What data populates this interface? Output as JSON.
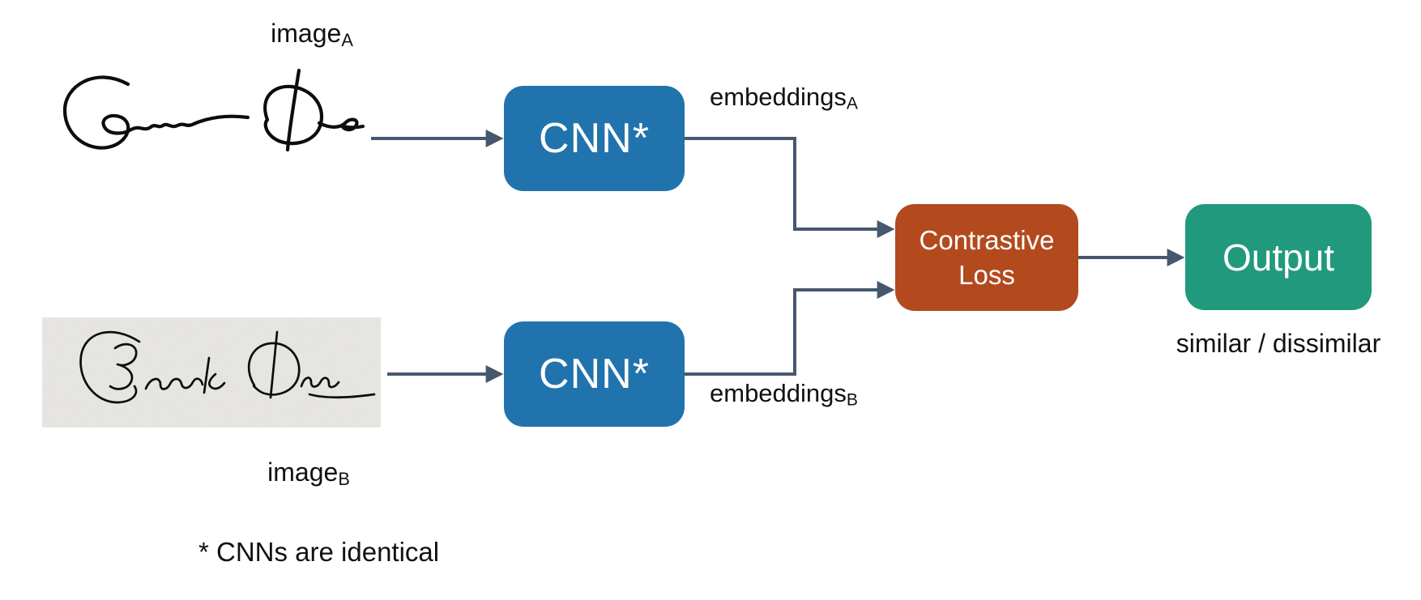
{
  "diagram": {
    "colors": {
      "cnn_blue": "#2173ad",
      "loss_orange": "#b24a1e",
      "output_green": "#21997c",
      "arrow": "#46586e",
      "ink": "#111111",
      "paper": "#e9e8e4"
    },
    "nodes": {
      "cnn_a": "CNN*",
      "cnn_b": "CNN*",
      "loss": {
        "line1": "Contrastive",
        "line2": "Loss"
      },
      "output": "Output"
    },
    "labels": {
      "image_a": {
        "base": "image",
        "sub": "A"
      },
      "image_b": {
        "base": "image",
        "sub": "B"
      },
      "embeddings_a": {
        "base": "embeddings",
        "sub": "A"
      },
      "embeddings_b": {
        "base": "embeddings",
        "sub": "B"
      },
      "result": "similar / dissimilar",
      "footnote": "* CNNs are identical"
    },
    "images": {
      "signature_a_alt": "Handwritten signature in black ink on white",
      "signature_b_alt": "Handwritten signature on gray textured paper"
    }
  }
}
